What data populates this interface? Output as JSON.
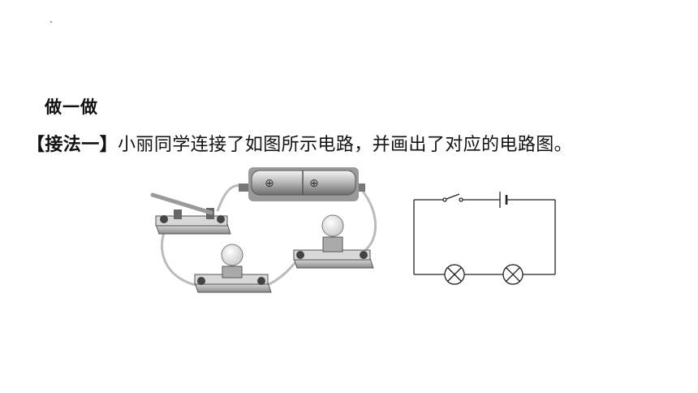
{
  "heading": "做一做",
  "method_tag": "【接法一】",
  "method_text": "小丽同学连接了如图所示电路，并画出了对应的电路图。",
  "figure": {
    "battery_plus_symbol": "⊕",
    "components": [
      "switch",
      "battery-pack",
      "bulb-1",
      "bulb-2"
    ],
    "schematic_components": [
      "switch",
      "cell",
      "lamp-1",
      "lamp-2"
    ]
  }
}
